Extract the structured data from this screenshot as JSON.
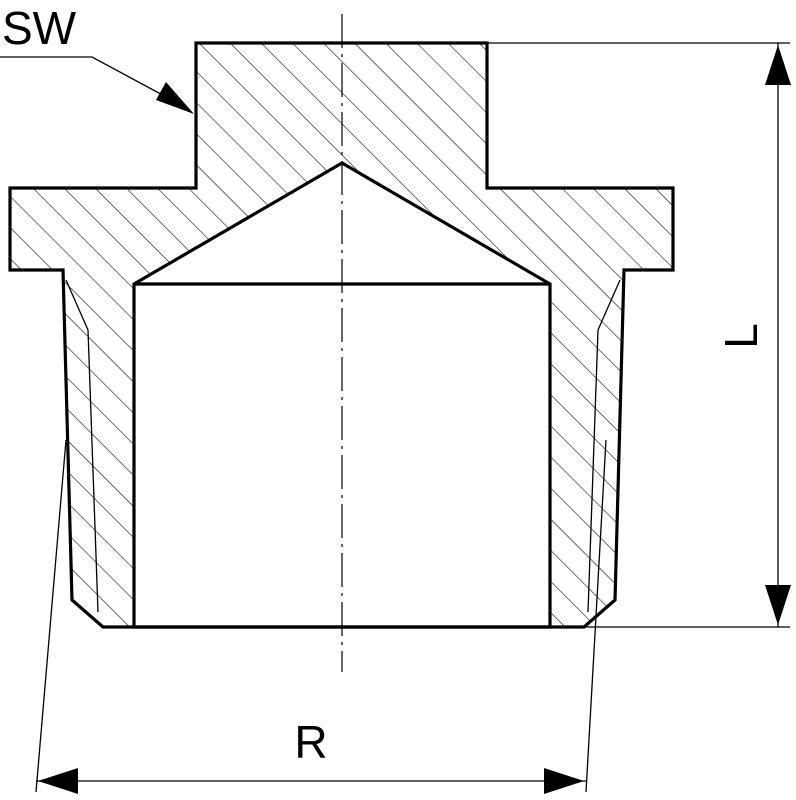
{
  "labels": {
    "sw": "SW",
    "length": "L",
    "thread": "R"
  }
}
